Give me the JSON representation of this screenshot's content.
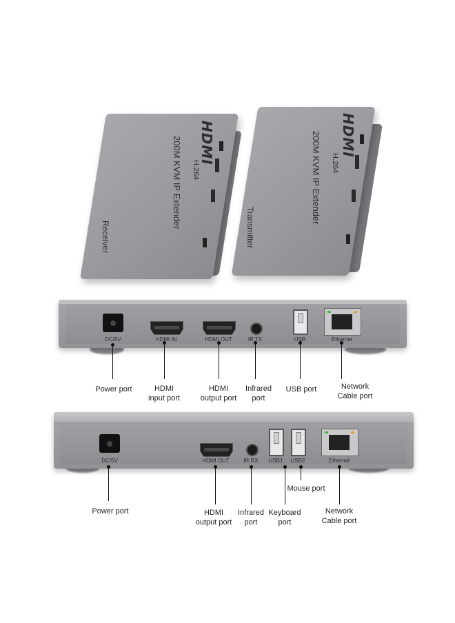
{
  "top_units": {
    "receiver": {
      "logo": "HDMI",
      "codec": "H.264",
      "model": "200M KVM IP Extender",
      "role": "Receiver"
    },
    "transmitter": {
      "logo": "HDMI",
      "codec": "H.264",
      "model": "200M KVM IP Extender",
      "role": "Transmitter"
    }
  },
  "transmitter_panel": {
    "port_labels": [
      "DC/5V",
      "HDMI IN",
      "HDMI OUT",
      "IR TX",
      "USB",
      "Ethernet"
    ],
    "callouts": {
      "power": "Power port",
      "hdmi_in": "HDMI\ninput port",
      "hdmi_out": "HDMI\noutput port",
      "infrared": "Infrared\nport",
      "usb": "USB port",
      "network": "Network\nCable port"
    }
  },
  "receiver_panel": {
    "port_labels": [
      "DC/5V",
      "HDMI OUT",
      "IR RX",
      "USB1",
      "USB2",
      "Ethernet"
    ],
    "callouts": {
      "power": "Power port",
      "hdmi_out": "HDMI\noutput port",
      "infrared": "Infrared\nport",
      "keyboard": "Keyboard\nport",
      "mouse": "Mouse port",
      "network": "Network\nCable port"
    }
  },
  "colors": {
    "housing": "#9e9ea2",
    "background": "#ffffff",
    "led_green": "#3fbf3f",
    "led_orange": "#e0a030"
  }
}
